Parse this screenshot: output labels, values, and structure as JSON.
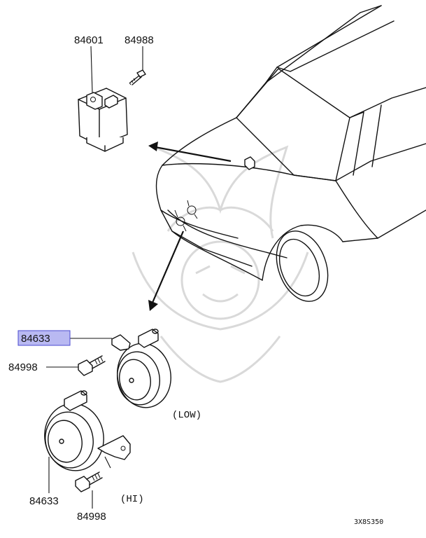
{
  "parts": {
    "relay": "84601",
    "relay_screw": "84988",
    "horn_low": "84633",
    "horn_low_bolt": "84998",
    "horn_high": "84633",
    "horn_high_bolt": "84998"
  },
  "labels": {
    "low": "(LOW)",
    "high": "(HI)"
  },
  "diagram_code": "3X8S350",
  "colors": {
    "highlight_fill": "#b9b9f2",
    "highlight_stroke": "#4a4ad0",
    "line": "#111111"
  }
}
